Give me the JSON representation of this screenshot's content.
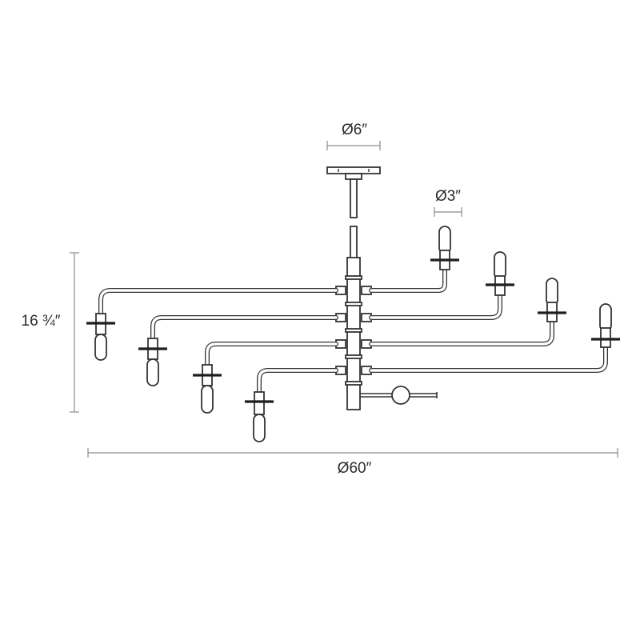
{
  "dimensions": {
    "canopy_diameter": "Ø6″",
    "bulb_diameter": "Ø3″",
    "height": "16 ¾″",
    "overall_diameter": "Ø60″"
  },
  "colors": {
    "line": "#333333",
    "dimension_line": "#8a8a8a",
    "background": "#ffffff"
  }
}
